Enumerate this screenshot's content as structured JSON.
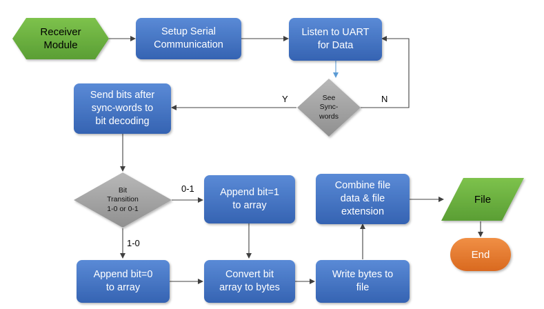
{
  "nodes": {
    "receiver": "Receiver\nModule",
    "setup_serial": "Setup Serial\nCommunication",
    "listen_uart": "Listen to UART\nfor Data",
    "see_sync": "See\nSync-\nwords",
    "send_bits": "Send bits after\nsync-words to\nbit decoding",
    "bit_transition": "Bit\nTransition\n1-0 or 0-1",
    "append_one": "Append bit=1\nto array",
    "append_zero": "Append bit=0\nto array",
    "convert": "Convert bit\narray to bytes",
    "write_bytes": "Write bytes to\nfile",
    "combine": "Combine file\ndata & file\nextension",
    "file": "File",
    "end": "End"
  },
  "edge_labels": {
    "yes": "Y",
    "no": "N",
    "zero_one": "0-1",
    "one_zero": "1-0"
  },
  "colors": {
    "process_blue": "#4a79c8",
    "process_blue_dark": "#3b64ad",
    "start_green": "#6cb33f",
    "file_green": "#5ea33a",
    "decision_gray": "#a6a6a6",
    "end_orange": "#ed7d31",
    "connector": "#404040",
    "connector_blue": "#5b9bd5"
  }
}
